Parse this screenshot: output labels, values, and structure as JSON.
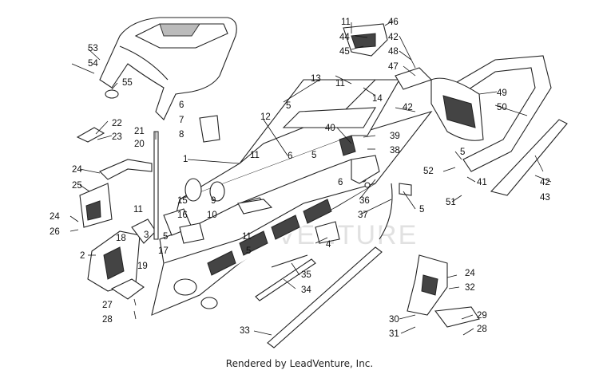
{
  "footer": "Rendered by LeadVenture, Inc.",
  "watermark": "LEADVENTURE",
  "callouts": {
    "c1": "1",
    "c2": "2",
    "c3": "3",
    "c4": "4",
    "c5": "5",
    "c6": "6",
    "c7": "7",
    "c8": "8",
    "c9": "9",
    "c10": "10",
    "c11": "11",
    "c12": "12",
    "c13": "13",
    "c14": "14",
    "c15": "15",
    "c16": "16",
    "c17": "17",
    "c18": "18",
    "c19": "19",
    "c20": "20",
    "c21": "21",
    "c22": "22",
    "c23": "23",
    "c24": "24",
    "c25": "25",
    "c26": "26",
    "c27": "27",
    "c28": "28",
    "c29": "29",
    "c30": "30",
    "c31": "31",
    "c32": "32",
    "c33": "33",
    "c34": "34",
    "c35": "35",
    "c36": "36",
    "c37": "37",
    "c38": "38",
    "c39": "39",
    "c40": "40",
    "c41": "41",
    "c42": "42",
    "c43": "43",
    "c44": "44",
    "c45": "45",
    "c46": "46",
    "c47": "47",
    "c48": "48",
    "c49": "49",
    "c50": "50",
    "c51": "51",
    "c52": "52",
    "c53": "53",
    "c54": "54",
    "c55": "55"
  }
}
